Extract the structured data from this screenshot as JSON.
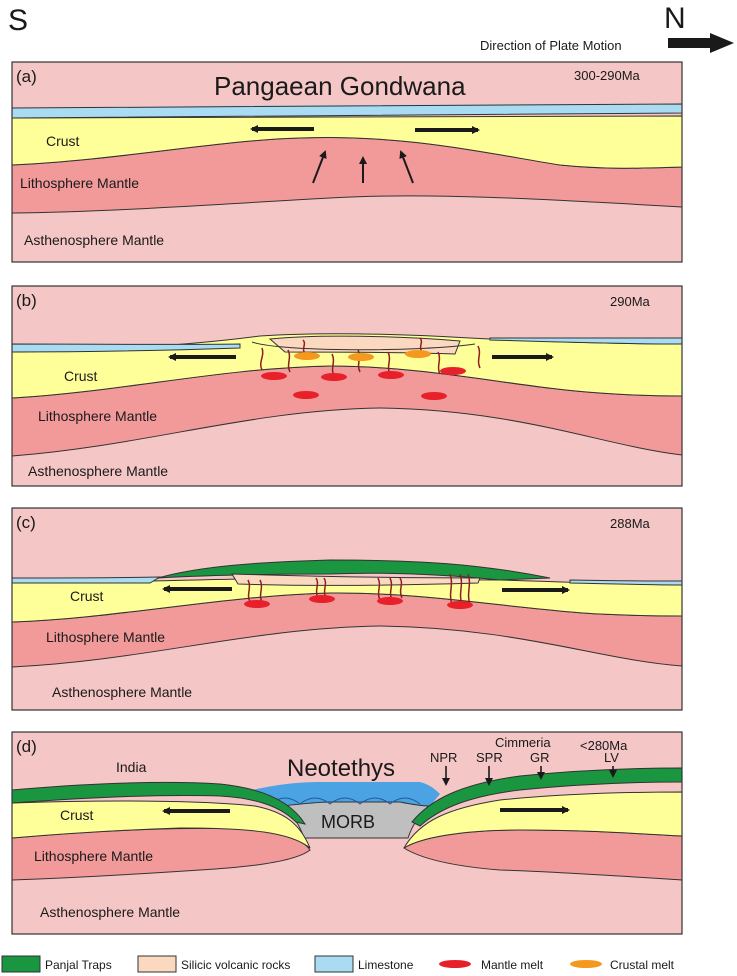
{
  "header": {
    "south": "S",
    "north": "N",
    "direction_label": "Direction of Plate Motion"
  },
  "panels": [
    {
      "id": "a",
      "tag": "(a)",
      "age": "300-290Ma",
      "title": "Pangaean Gondwana",
      "layers": {
        "crust": "Crust",
        "litho": "Lithosphere Mantle",
        "astheno": "Asthenosphere Mantle"
      }
    },
    {
      "id": "b",
      "tag": "(b)",
      "age": "290Ma",
      "layers": {
        "crust": "Crust",
        "litho": "Lithosphere Mantle",
        "astheno": "Asthenosphere Mantle"
      }
    },
    {
      "id": "c",
      "tag": "(c)",
      "age": "288Ma",
      "layers": {
        "crust": "Crust",
        "litho": "Lithosphere Mantle",
        "astheno": "Asthenosphere Mantle"
      }
    },
    {
      "id": "d",
      "tag": "(d)",
      "age": "<280Ma",
      "layers": {
        "crust": "Crust",
        "litho": "Lithosphere Mantle",
        "astheno": "Asthenosphere Mantle"
      },
      "labels": {
        "india": "India",
        "neotethys": "Neotethys",
        "morb": "MORB",
        "cimmeria": "Cimmeria",
        "npr": "NPR",
        "spr": "SPR",
        "gr": "GR",
        "lv": "LV"
      }
    }
  ],
  "legend": {
    "panjal": "Panjal Traps",
    "silicic": "Silicic volcanic rocks",
    "limestone": "Limestone",
    "mantle_melt": "Mantle melt",
    "crustal_melt": "Crustal melt"
  },
  "colors": {
    "crust": "#ffff99",
    "litho": "#f29a9a",
    "astheno": "#f5c6c6",
    "limestone": "#a9dcf2",
    "panjal": "#1a9641",
    "silicic": "#fbd9c0",
    "mantle_melt": "#e8202a",
    "crustal_melt": "#f4981e",
    "morb": "#bfbfbf",
    "ocean": "#4ba3e3"
  }
}
